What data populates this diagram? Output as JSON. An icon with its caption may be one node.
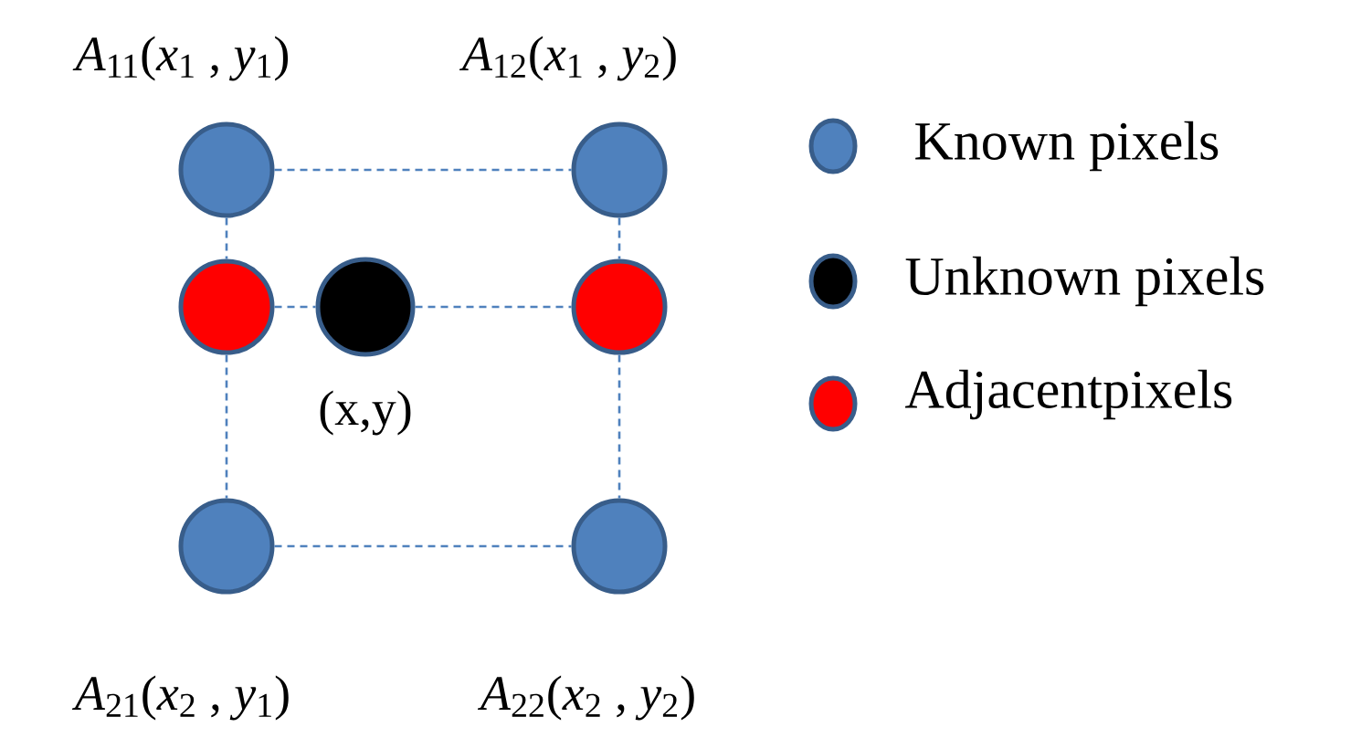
{
  "diagram": {
    "nodes": [
      {
        "text": [],
        "shape": "circle",
        "beside": [
          "*A*$_{11}$(*x*$_{1}$ , *y*$_{1}$)"
        ]
      },
      {
        "text": [],
        "shape": "circle",
        "beside": [
          "*A*$_{12}$(*x*$_{1}$ , *y*$_{2}$)"
        ]
      },
      {
        "text": [],
        "shape": "circle"
      },
      {
        "text": [],
        "shape": "circle",
        "beside": [
          "(x,y)"
        ]
      },
      {
        "text": [],
        "shape": "circle"
      },
      {
        "text": [],
        "shape": "circle",
        "beside": [
          "*A*$_{21}$(*x*$_{2}$ , *y*$_{1}$)"
        ]
      },
      {
        "text": [],
        "shape": "circle",
        "beside": [
          "*A*$_{22}$(*x*$_{2}$ , *y*$_{2}$)"
        ]
      }
    ],
    "edges": [
      {
        "from": 0,
        "to": 1,
        "arrow": "none",
        "style": "dashed"
      },
      {
        "from": 0,
        "to": 2,
        "arrow": "none",
        "style": "dashed"
      },
      {
        "from": 1,
        "to": 4,
        "arrow": "none",
        "style": "dashed"
      },
      {
        "from": 2,
        "to": 3,
        "arrow": "none",
        "style": "dashed"
      },
      {
        "from": 3,
        "to": 4,
        "arrow": "none",
        "style": "dashed"
      },
      {
        "from": 2,
        "to": 5,
        "arrow": "none",
        "style": "dashed"
      },
      {
        "from": 4,
        "to": 6,
        "arrow": "none",
        "style": "dashed"
      },
      {
        "from": 5,
        "to": 6,
        "arrow": "none",
        "style": "dashed"
      }
    ],
    "legend": [
      {
        "text": "Known pixels",
        "color": "#4f81bd"
      },
      {
        "text": "Unknown pixels",
        "color": "#000000"
      },
      {
        "text": "Adjacentpixels",
        "color": "#ff0000"
      }
    ]
  }
}
